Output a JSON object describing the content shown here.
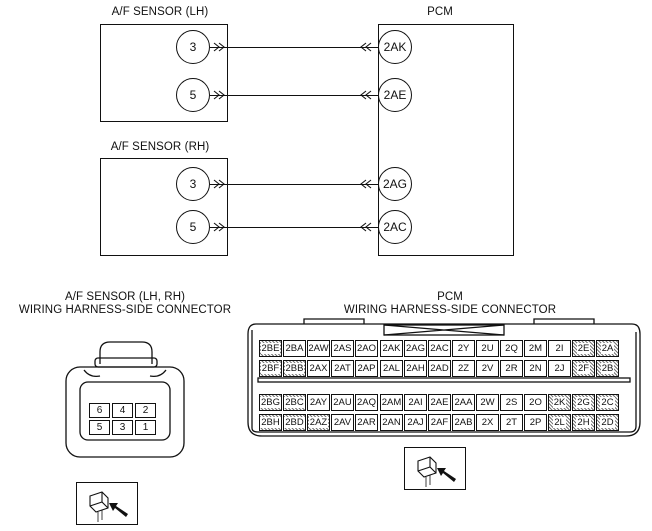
{
  "top": {
    "lh_sensor_title": "A/F SENSOR (LH)",
    "rh_sensor_title": "A/F SENSOR (RH)",
    "pcm_title": "PCM",
    "lh_pins": [
      "3",
      "5"
    ],
    "rh_pins": [
      "3",
      "5"
    ],
    "pcm_pins": [
      "2AK",
      "2AE",
      "2AG",
      "2AC"
    ]
  },
  "sensor_connector": {
    "title_line1": "A/F SENSOR (LH, RH)",
    "title_line2": "WIRING HARNESS-SIDE CONNECTOR",
    "row1": [
      "6",
      "4",
      "2"
    ],
    "row2": [
      "5",
      "3",
      "1"
    ]
  },
  "pcm_connector": {
    "title_line1": "PCM",
    "title_line2": "WIRING HARNESS-SIDE CONNECTOR",
    "upper_row1": [
      "2BE",
      "2BA",
      "2AW",
      "2AS",
      "2AO",
      "2AK",
      "2AG",
      "2AC",
      "2Y",
      "2U",
      "2Q",
      "2M",
      "2I",
      "2E",
      "2A"
    ],
    "upper_row2": [
      "2BF",
      "2BB",
      "2AX",
      "2AT",
      "2AP",
      "2AL",
      "2AH",
      "2AD",
      "2Z",
      "2V",
      "2R",
      "2N",
      "2J",
      "2F",
      "2B"
    ],
    "lower_row1": [
      "2BG",
      "2BC",
      "2AY",
      "2AU",
      "2AQ",
      "2AM",
      "2AI",
      "2AE",
      "2AA",
      "2W",
      "2S",
      "2O",
      "2K",
      "2G",
      "2C"
    ],
    "lower_row2": [
      "2BH",
      "2BD",
      "2AZ",
      "2AV",
      "2AR",
      "2AN",
      "2AJ",
      "2AF",
      "2AB",
      "2X",
      "2T",
      "2P",
      "2L",
      "2H",
      "2D"
    ]
  }
}
